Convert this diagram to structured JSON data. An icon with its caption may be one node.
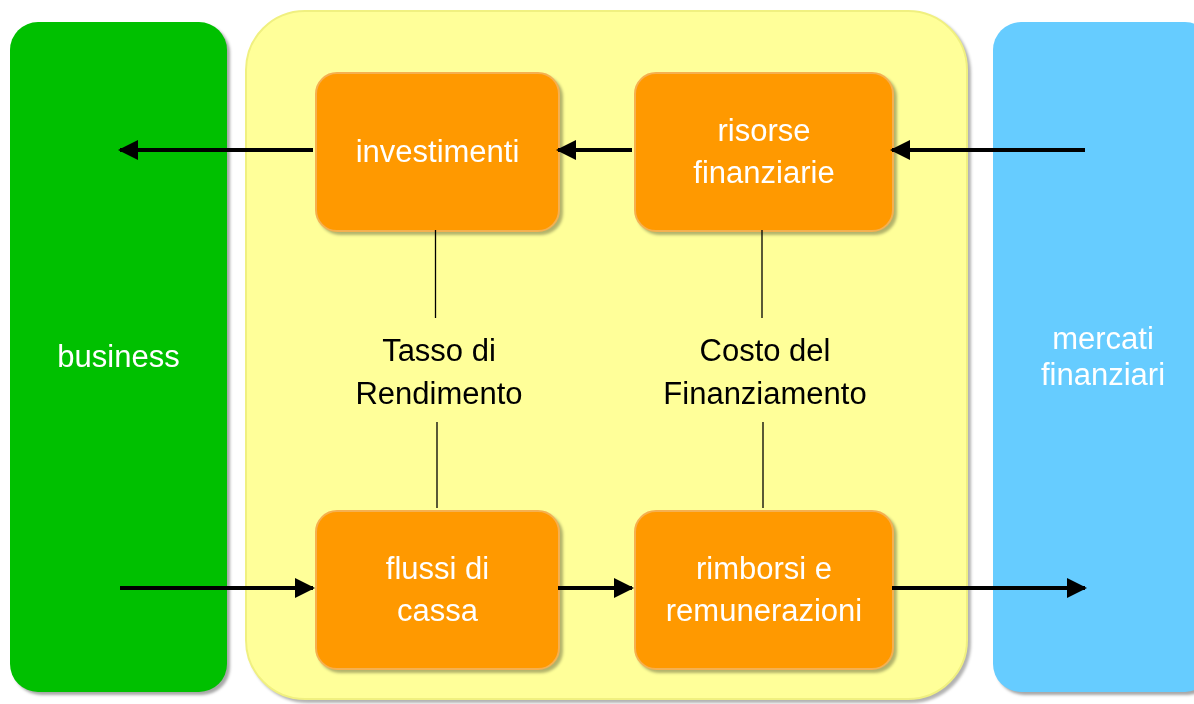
{
  "diagram": {
    "nodes": [
      {
        "text": [
          "business"
        ]
      },
      {
        "text": [],
        "shape": "box"
      },
      {
        "text": [
          "investimenti"
        ],
        "in": 1
      },
      {
        "text": [
          "risorse finanziarie"
        ],
        "in": 1
      },
      {
        "text": [
          "Tasso di Rendimento"
        ],
        "in": 1
      },
      {
        "text": [
          "Costo del Finanziamento"
        ],
        "in": 1
      },
      {
        "text": [
          "flussi di cassa"
        ],
        "in": 1
      },
      {
        "text": [
          "rimborsi e remunerazioni"
        ],
        "in": 1
      },
      {
        "text": [
          "mercati finanziari"
        ]
      }
    ],
    "edges": [
      {
        "from": 3,
        "to": 2,
        "arrow": "to"
      },
      {
        "from": 2,
        "to": 0,
        "arrow": "to"
      },
      {
        "from": 8,
        "to": 3,
        "arrow": "to"
      },
      {
        "from": 0,
        "to": 6,
        "arrow": "to"
      },
      {
        "from": 6,
        "to": 7,
        "arrow": "to"
      },
      {
        "from": 7,
        "to": 8,
        "arrow": "to"
      },
      {
        "from": 2,
        "to": 4,
        "arrow": "none"
      },
      {
        "from": 4,
        "to": 6,
        "arrow": "none"
      },
      {
        "from": 3,
        "to": 5,
        "arrow": "none"
      },
      {
        "from": 5,
        "to": 7,
        "arrow": "none"
      }
    ]
  }
}
